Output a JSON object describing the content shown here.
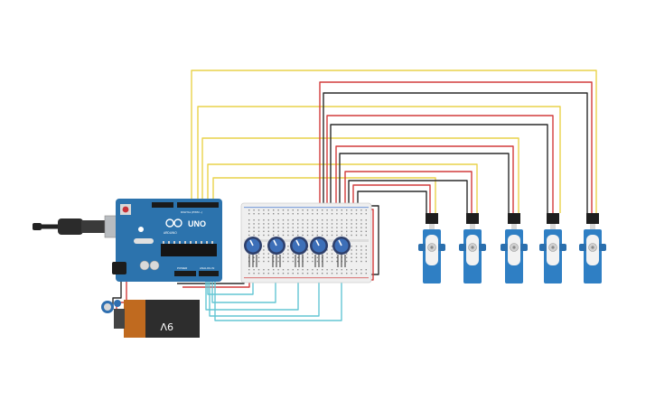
{
  "circuit": {
    "board": {
      "logo": "UNO",
      "brand": "ARDUINO",
      "label_power": "POWER",
      "label_analog": "ANALOG IN",
      "label_digital": "DIGITAL (PWM ~)"
    },
    "battery": {
      "label": "9V"
    },
    "potentiometer_count": 5,
    "servo_count": 5,
    "colors": {
      "signal": "#e9d24a",
      "power": "#d23b3b",
      "ground": "#2a2a2a",
      "analog": "#63c6d4",
      "board": "#2c73ad",
      "servo": "#2f7fc4",
      "battery": "#e3903a"
    }
  }
}
